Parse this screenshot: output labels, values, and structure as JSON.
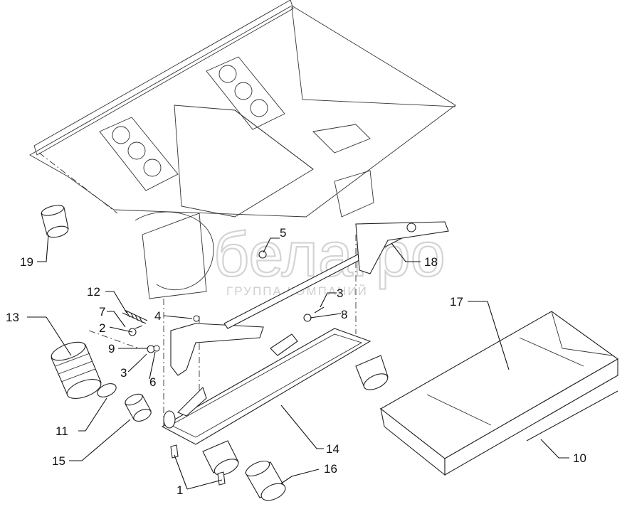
{
  "watermark": {
    "brand": "белагро",
    "subtitle": "ГРУППА КОМПАНИЙ"
  },
  "callouts": [
    {
      "id": "c1",
      "text": "1"
    },
    {
      "id": "c2",
      "text": "2"
    },
    {
      "id": "c3a",
      "text": "3"
    },
    {
      "id": "c3b",
      "text": "3"
    },
    {
      "id": "c4",
      "text": "4"
    },
    {
      "id": "c5",
      "text": "5"
    },
    {
      "id": "c6",
      "text": "6"
    },
    {
      "id": "c7",
      "text": "7"
    },
    {
      "id": "c8",
      "text": "8"
    },
    {
      "id": "c9",
      "text": "9"
    },
    {
      "id": "c10",
      "text": "10"
    },
    {
      "id": "c11",
      "text": "11"
    },
    {
      "id": "c12",
      "text": "12"
    },
    {
      "id": "c13",
      "text": "13"
    },
    {
      "id": "c14",
      "text": "14"
    },
    {
      "id": "c15",
      "text": "15"
    },
    {
      "id": "c16",
      "text": "16"
    },
    {
      "id": "c17",
      "text": "17"
    },
    {
      "id": "c18",
      "text": "18"
    },
    {
      "id": "c19",
      "text": "19"
    }
  ]
}
